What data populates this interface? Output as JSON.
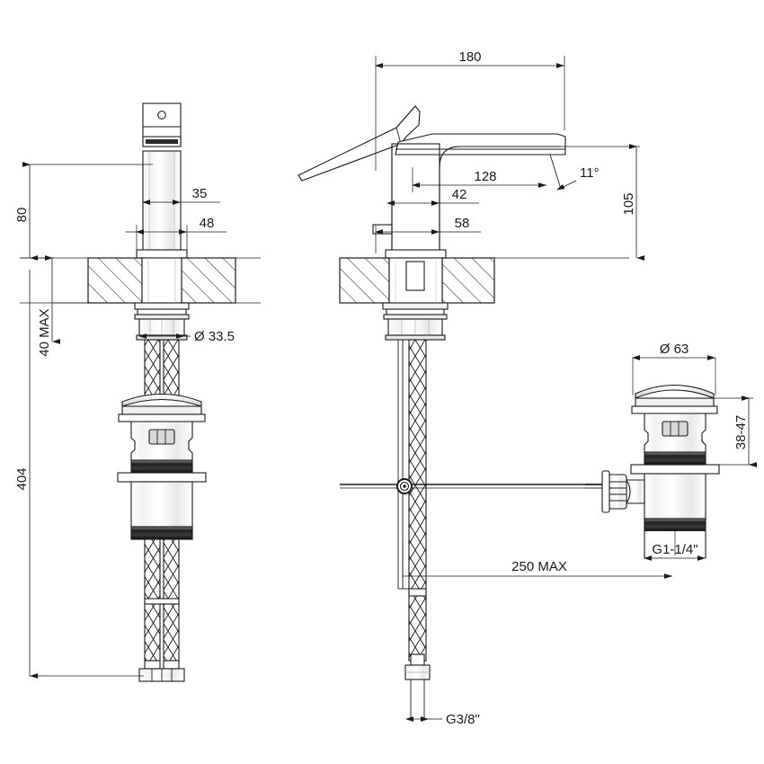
{
  "drawing": {
    "title": "Single-lever basin mixer with pop-up waste - dimensional drawing",
    "type": "technical-drawing",
    "units": "mm",
    "line_color": "#1a1a1a",
    "background_color": "#ffffff",
    "hatch_color": "#1a1a1a",
    "views": [
      {
        "id": "front-view",
        "name": "Front view of basin mixer"
      },
      {
        "id": "side-view",
        "name": "Side view of basin mixer with pop-up rod"
      },
      {
        "id": "detail-view",
        "name": "Pop-up waste detail"
      }
    ]
  },
  "dimensions": {
    "height_above_counter": "80",
    "handle_width": "35",
    "body_width": "48",
    "shank_diameter": "Ø 33.5",
    "counter_thickness_max": "40 MAX",
    "total_length": "404",
    "spout_reach_total": "180",
    "spout_reach": "128",
    "body_offset": "42",
    "body_depth": "58",
    "spout_height": "105",
    "spout_angle": "11°",
    "waste_cap_diameter": "Ø 63",
    "waste_adjust_range": "38-47",
    "waste_thread": "G1-1/4\"",
    "rod_length_max": "250 MAX",
    "supply_thread": "G3/8\""
  }
}
